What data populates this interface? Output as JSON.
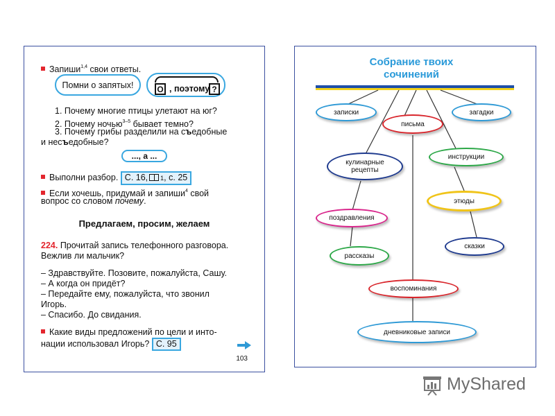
{
  "left": {
    "task1": {
      "text": "Запиши",
      "sup": "1,4",
      "rest": " свои ответы."
    },
    "note": "Помни о запятых!",
    "scheme": {
      "o": "О",
      "comma": ",",
      "word": "поэтому",
      "q": "?"
    },
    "q1": "1. Почему многие птицы улетают на юг?",
    "q2_pre": "2. Почему ночью",
    "q2_sup": "3–5",
    "q2_post": " бывает темно?",
    "q3a_pre": "3. Почему грибы разделили на с",
    "q3a_bold": "ъ",
    "q3a_post": "едобные",
    "q3b_pre": "и нес",
    "q3b_bold": "ъ",
    "q3b_post": "едобные?",
    "pattern": "..., а ...",
    "task2": {
      "pre": "Выполни разбор.",
      "ref1": "С. 16,",
      "ref2": "1",
      "ref3": ", с. 25"
    },
    "task3a_pre": "Если хочешь, придумай и запиши",
    "task3a_sup": "4",
    "task3a_post": " свой",
    "task3b_pre": "вопрос со словом ",
    "task3b_italic": "почему",
    "task3b_post": ".",
    "heading": "Предлагаем, просим, желаем",
    "ex": {
      "num": "224.",
      "line1": " Прочитай запись телефонного разговора.",
      "line2": "Вежлив ли мальчик?"
    },
    "d1": "– Здравствуйте. Позовите, пожалуйста, Сашу.",
    "d2": "– А когда он придёт?",
    "d3": "– Передайте ему, пожалуйста, что звонил",
    "d4": "Игорь.",
    "d5": "– Спасибо. До свидания.",
    "task4a": "Какие виды предложений по цели и инто-",
    "task4b": "нации использовал Игорь?",
    "task4ref": "С. 95",
    "page": "103"
  },
  "right": {
    "title1": "Собрание твоих",
    "title2": "сочинений",
    "nodes": {
      "zapiski": "записки",
      "pisma": "письма",
      "zagadki": "загадки",
      "kulinar1": "кулинарные",
      "kulinar2": "рецепты",
      "instrukcii": "инструкции",
      "etyudy": "этюды",
      "pozdravlenia": "поздравления",
      "skazki": "сказки",
      "rasskazy": "рассказы",
      "vospominania": "воспоминания",
      "dnevnik": "дневниковые записи"
    },
    "colors": {
      "blue": "#2f9ad6",
      "red": "#d9262c",
      "green": "#2da848",
      "navy": "#1f3b8f",
      "yellow": "#f0c419",
      "magenta": "#d9268c"
    }
  },
  "watermark": {
    "text_a": "My",
    "text_b": "Shared"
  }
}
